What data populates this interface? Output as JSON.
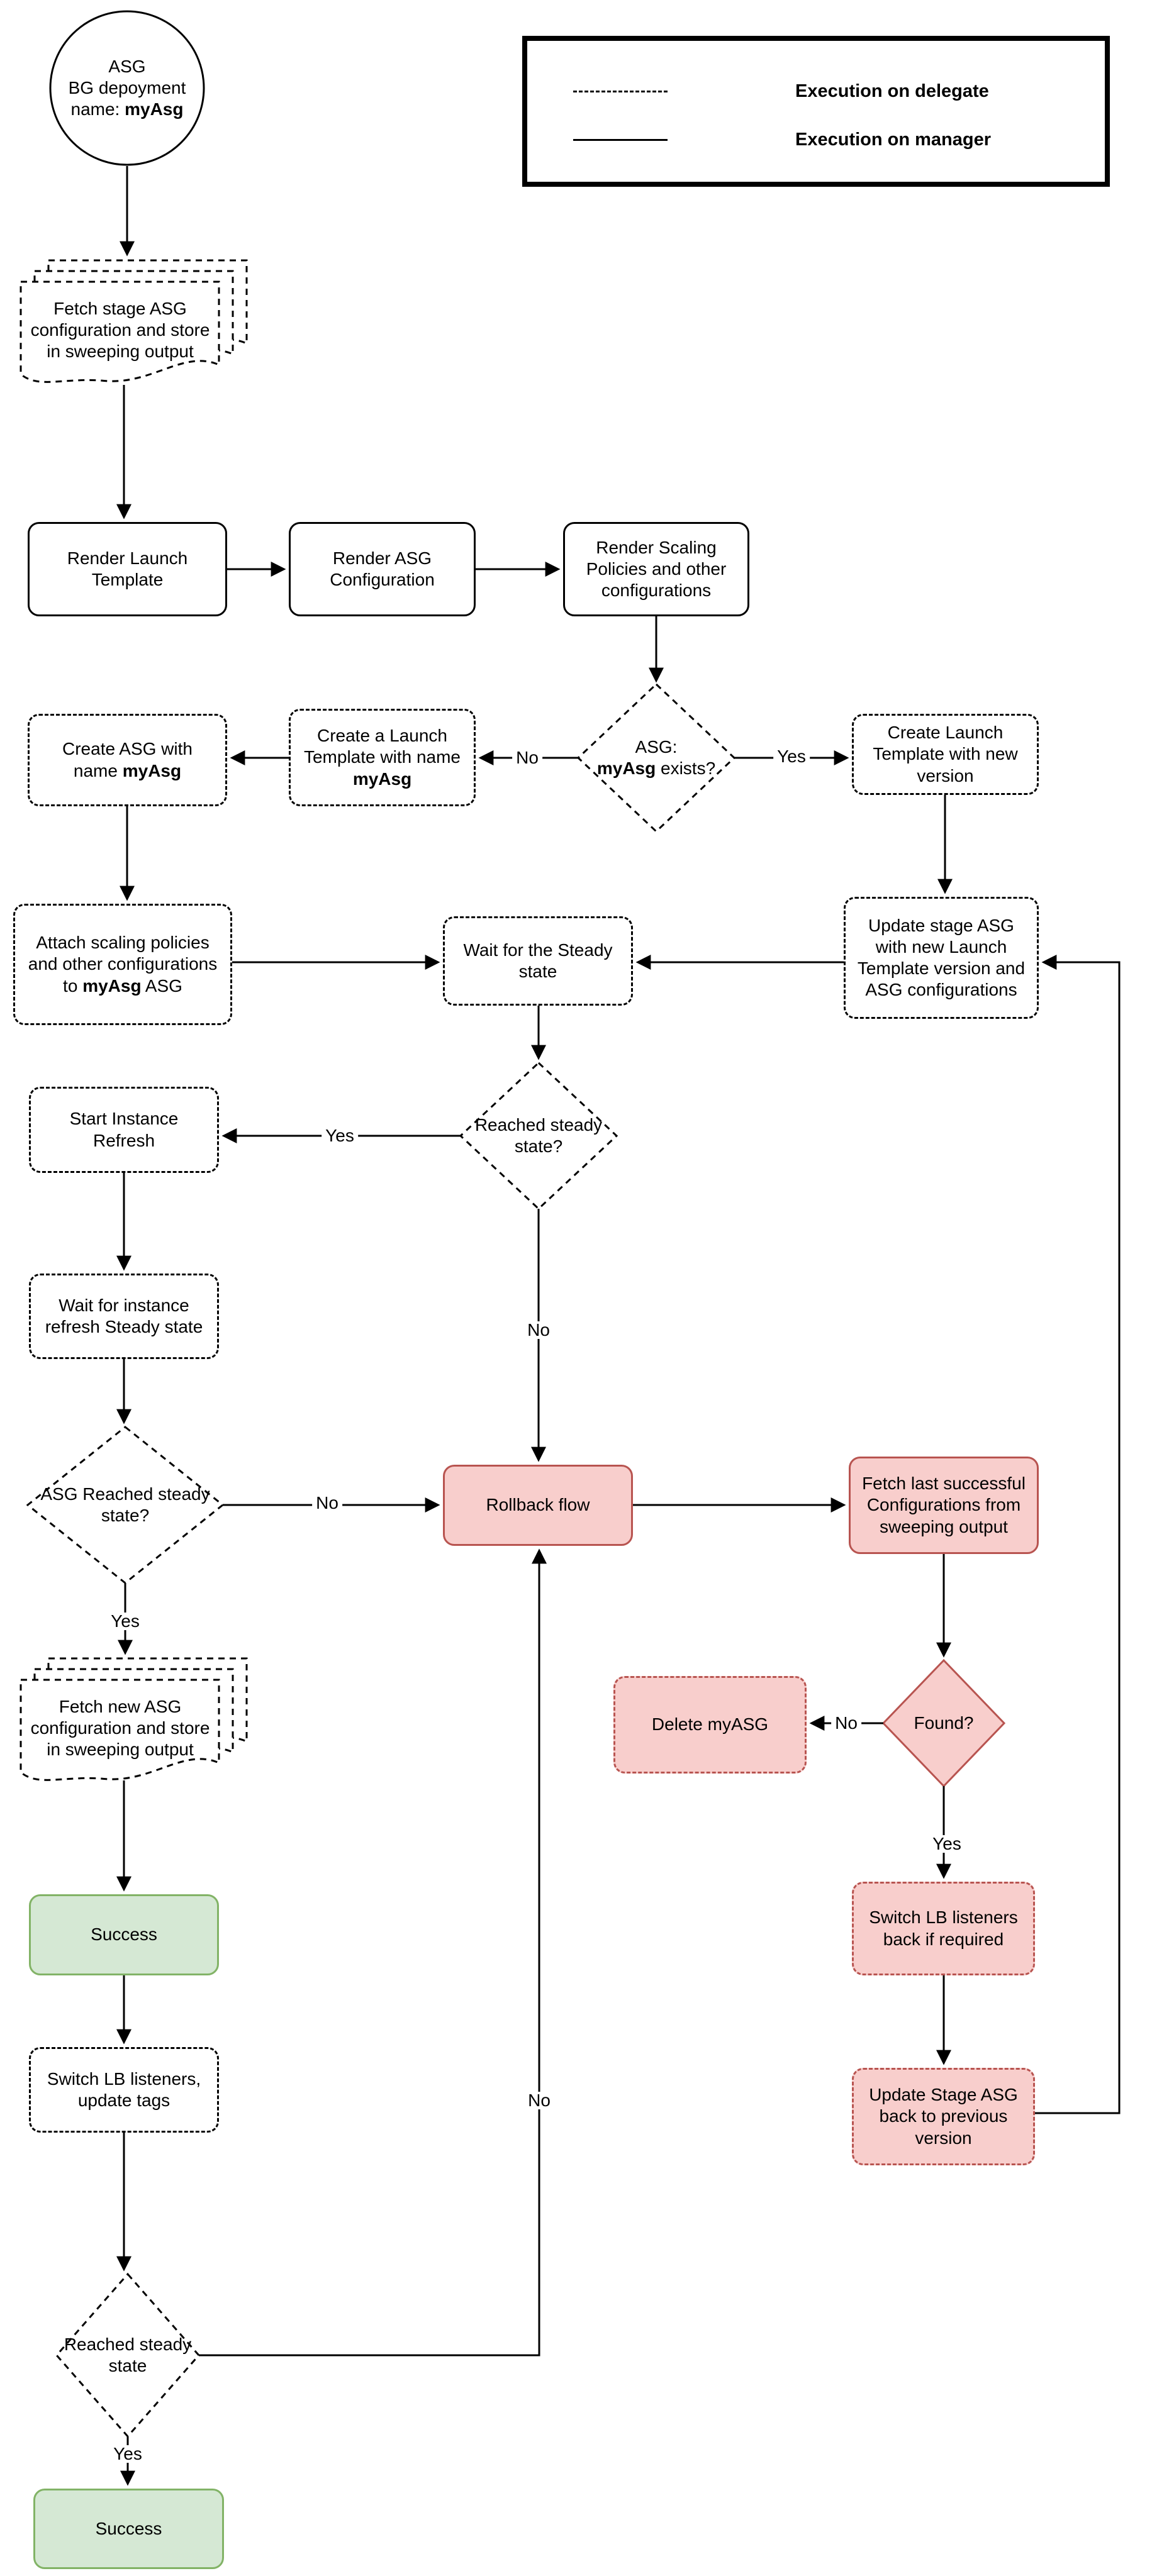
{
  "legend": {
    "items": [
      {
        "line_style": "dashed",
        "label": "Execution on delegate"
      },
      {
        "line_style": "solid",
        "label": "Execution on manager"
      }
    ]
  },
  "nodes": {
    "start": {
      "line1": "ASG",
      "line2": "BG depoyment",
      "line3_prefix": "name: ",
      "line3_bold": "myAsg"
    },
    "fetch_stage": {
      "text": "Fetch stage ASG configuration and store in sweeping output"
    },
    "render_launch_template": {
      "text": "Render Launch Template"
    },
    "render_asg_configuration": {
      "text": "Render ASG Configuration"
    },
    "render_scaling_policies": {
      "text": "Render Scaling Policies and other configurations"
    },
    "create_asg": {
      "prefix": "Create ASG with name ",
      "bold": "myAsg"
    },
    "create_launch_template_named": {
      "prefix": "Create a Launch Template with name ",
      "bold": "myAsg"
    },
    "asg_exists": {
      "line1": "ASG:",
      "bold": "myAsg",
      "suffix": " exists?"
    },
    "create_launch_template_new": {
      "text": "Create Launch Template with new version"
    },
    "attach_policies": {
      "prefix": "Attach scaling policies and other configurations to ",
      "bold": "myAsg",
      "suffix": " ASG"
    },
    "wait_steady": {
      "text": "Wait for the Steady state"
    },
    "update_stage_asg": {
      "text": "Update stage ASG with new Launch Template version and ASG configurations"
    },
    "reached_steady": {
      "text": "Reached steady state?"
    },
    "start_instance_refresh": {
      "text": "Start Instance Refresh"
    },
    "wait_instance_refresh": {
      "text": "Wait for instance refresh Steady state"
    },
    "asg_reached_steady": {
      "text": "ASG Reached steady state?"
    },
    "rollback_flow": {
      "text": "Rollback flow"
    },
    "fetch_last_successful": {
      "text": "Fetch last successful Configurations from sweeping output"
    },
    "found": {
      "text": "Found?"
    },
    "delete_myasg": {
      "text": "Delete myASG"
    },
    "switch_lb_back": {
      "text": "Switch LB listeners back if required"
    },
    "update_stage_back": {
      "text": "Update Stage ASG back to previous version"
    },
    "fetch_new_asg": {
      "text": "Fetch new ASG configuration and store in sweeping output"
    },
    "success_mid": {
      "text": "Success"
    },
    "switch_lb_update_tags": {
      "text": "Switch LB listeners, update tags"
    },
    "reached_steady_final": {
      "text": "Reached steady state"
    },
    "success_final": {
      "text": "Success"
    }
  },
  "edge_labels": {
    "exists_no": "No",
    "exists_yes": "Yes",
    "reached_yes": "Yes",
    "reached_no": "No",
    "asg_reached_no": "No",
    "asg_reached_yes": "Yes",
    "found_no": "No",
    "found_yes": "Yes",
    "final_yes": "Yes",
    "final_no": "No"
  },
  "colors": {
    "pink_fill": "#f8cecc",
    "red_border": "#b85450",
    "green_fill": "#d5e8d4",
    "green_border": "#82b366",
    "line": "#000000"
  }
}
